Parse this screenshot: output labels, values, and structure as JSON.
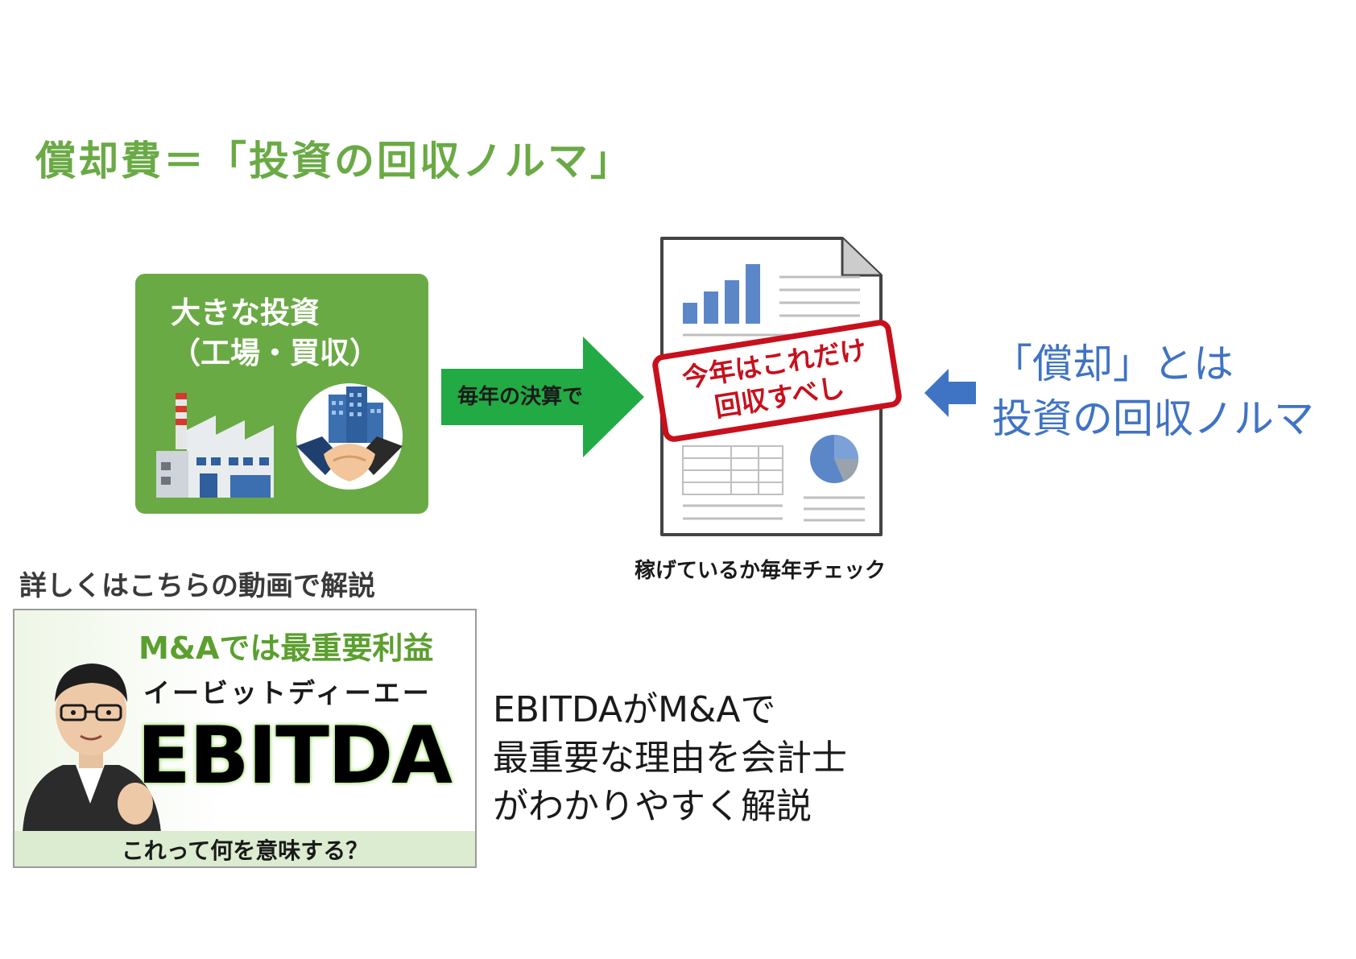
{
  "title": "償却費＝「投資の回収ノルマ」",
  "investment": {
    "label_line1": "大きな投資",
    "label_line2": "（工場・買収）"
  },
  "arrow_label": "毎年の決算で",
  "stamp": {
    "line1": "今年はこれだけ",
    "line2": "回収すべし"
  },
  "report_caption": "稼げているか毎年チェック",
  "explanation": {
    "line1": "「償却」とは",
    "line2": "投資の回収ノルマ"
  },
  "video": {
    "heading": "詳しくはこちらの動画で解説",
    "thumbnail": {
      "line1": "M&Aでは最重要利益",
      "line2": "イービットディーエー",
      "big_text": "EBITDA",
      "footer": "これって何を意味する？"
    },
    "description": [
      "EBITDAがM&Aで",
      "最重要な理由を会計士",
      "がわかりやすく解説"
    ]
  },
  "colors": {
    "title_green": "#6aaa45",
    "box_green": "#6aaa45",
    "arrow_green": "#22aa44",
    "stamp_red": "#c8101c",
    "explanation_blue": "#3f73c4",
    "report_bar_blue": "#5b87c9"
  },
  "icons": [
    "factory-icon",
    "handshake-icon",
    "report-document-icon",
    "bar-chart-icon",
    "pie-chart-icon",
    "arrow-right-icon",
    "arrow-left-icon"
  ]
}
